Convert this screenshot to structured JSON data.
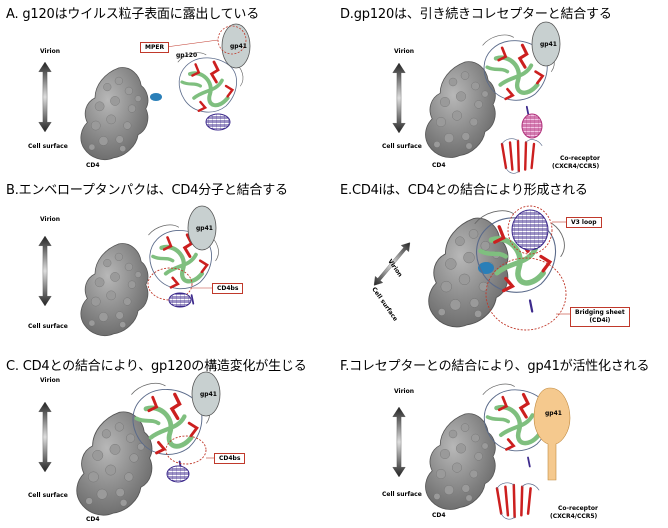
{
  "labels": {
    "virion": "Virion",
    "cell_surface": "Cell surface",
    "cd4": "CD4",
    "gp41": "gp41",
    "gp120": "gp120",
    "mper": "MPER",
    "cd4bs": "CD4bs",
    "coreceptor_line1": "Co-receptor",
    "coreceptor_line2": "(CXCR4/CCR5)",
    "v3_loop": "V3 loop",
    "bridging_line1": "Bridging sheet",
    "bridging_line2": "(CD4i)"
  },
  "panels": [
    {
      "id": "A",
      "title": "A. g120はウイルス粒子表面に露出している"
    },
    {
      "id": "B",
      "title": "B.エンベロープタンパクは、CD4分子と結合する"
    },
    {
      "id": "C",
      "title": "C. CD4との結合により、gp120の構造変化が生じる"
    },
    {
      "id": "D",
      "title": "D.gp120は、引き続きコレセプターと結合する"
    },
    {
      "id": "E",
      "title": "E.CD4iは、CD4との結合により形成される"
    },
    {
      "id": "F",
      "title": "F.コレセプターとの結合により、gp41が活性化される"
    }
  ],
  "colors": {
    "cd4_gray": "#8a8a8a",
    "gp41_gray": "#c8d0d0",
    "gp41_active": "#f5c98e",
    "helix_red": "#cc1f1f",
    "sheet_green": "#7fbf7f",
    "cd4bs_border": "#c0392b",
    "binding_blue": "#2a7fb8"
  }
}
